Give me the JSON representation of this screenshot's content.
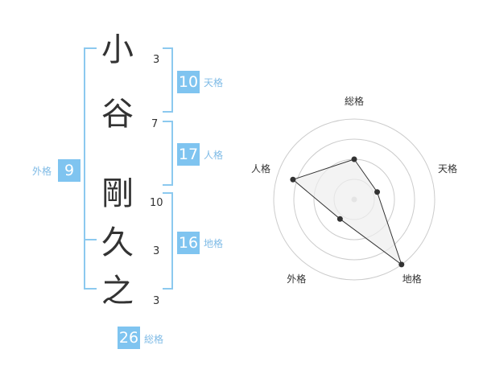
{
  "name": {
    "chars": [
      "小",
      "谷",
      "剛",
      "久",
      "之"
    ],
    "strokes": [
      "3",
      "7",
      "10",
      "3",
      "3"
    ]
  },
  "grids": {
    "tenkaku": {
      "label": "天格",
      "value": "10"
    },
    "jinkaku": {
      "label": "人格",
      "value": "17"
    },
    "chikaku": {
      "label": "地格",
      "value": "16"
    },
    "gaikaku": {
      "label": "外格",
      "value": "9"
    },
    "soukaku": {
      "label": "総格",
      "value": "26"
    }
  },
  "chart_data": {
    "type": "radar",
    "axes": [
      "総格",
      "天格",
      "地格",
      "外格",
      "人格"
    ],
    "values": [
      0.5,
      0.3,
      1.0,
      0.3,
      0.8
    ],
    "rings": 4,
    "color_line": "#333333",
    "color_fill": "#eeeeee",
    "color_grid": "#cccccc"
  }
}
